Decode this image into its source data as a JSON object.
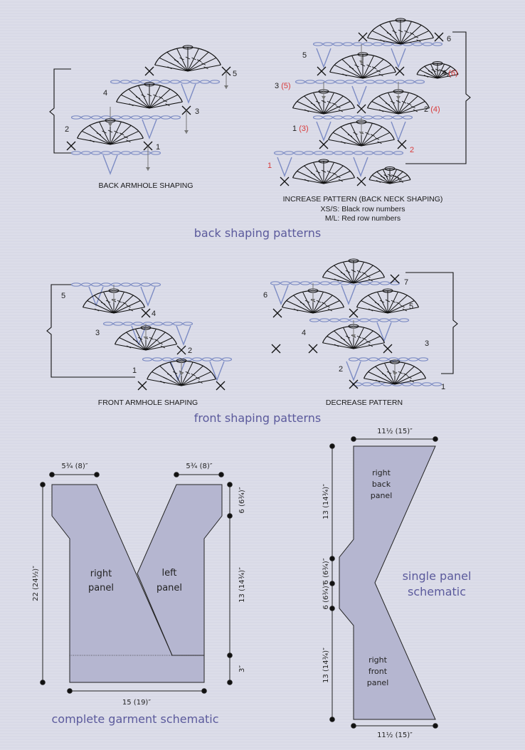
{
  "back_shaping": {
    "section_title": "back shaping patterns",
    "armhole": {
      "caption": "BACK ARMHOLE SHAPING",
      "rows": [
        "5",
        "4",
        "3",
        "2",
        "1"
      ]
    },
    "increase": {
      "caption": "INCREASE PATTERN (BACK NECK SHAPING)",
      "legend_black": "XS/S: Black row numbers",
      "legend_red": "M/L: Red row numbers",
      "rows": [
        {
          "black": "6",
          "red": ""
        },
        {
          "black": "5",
          "red": ""
        },
        {
          "black": "4",
          "red": "(6)"
        },
        {
          "black": "3",
          "red": "(5)"
        },
        {
          "black": "2",
          "red": "(4)"
        },
        {
          "black": "1",
          "red": "(3)"
        },
        {
          "black": "",
          "red": "2"
        },
        {
          "black": "",
          "red": "1"
        }
      ]
    }
  },
  "front_shaping": {
    "section_title": "front shaping patterns",
    "armhole": {
      "caption": "FRONT ARMHOLE SHAPING",
      "rows": [
        "5",
        "4",
        "3",
        "2",
        "1"
      ]
    },
    "decrease": {
      "caption": "DECREASE PATTERN",
      "rows": [
        "7",
        "6",
        "5",
        "4",
        "3",
        "2",
        "1"
      ]
    }
  },
  "garment_schematic": {
    "caption": "complete garment schematic",
    "right_panel": [
      "right",
      "panel"
    ],
    "left_panel": [
      "left",
      "panel"
    ],
    "top_left_width": "5¾ (8)″",
    "top_right_width": "5¾ (8)″",
    "total_length": "22 (24½)″",
    "armhole_depth": "6 (6¾)″",
    "mid_length": "13 (14¾)″",
    "hem": "3″",
    "bottom_width": "15 (19)″"
  },
  "single_panel": {
    "caption": [
      "single panel",
      "schematic"
    ],
    "back_label": [
      "right",
      "back",
      "panel"
    ],
    "front_label": [
      "right",
      "front",
      "panel"
    ],
    "top_width": "11½ (15)″",
    "bottom_width": "11½ (15)″",
    "back_length": "13 (14¾)″",
    "upper_armhole": "6 (6¾)″",
    "lower_armhole": "6 (6¾)″",
    "front_length": "13 (14¾)″"
  },
  "colors": {
    "panel_fill": "#b5b6d0",
    "chain_blue": "#7d8cc4",
    "section_title": "#5b5a9c",
    "red_numbers": "#d93a3a"
  }
}
